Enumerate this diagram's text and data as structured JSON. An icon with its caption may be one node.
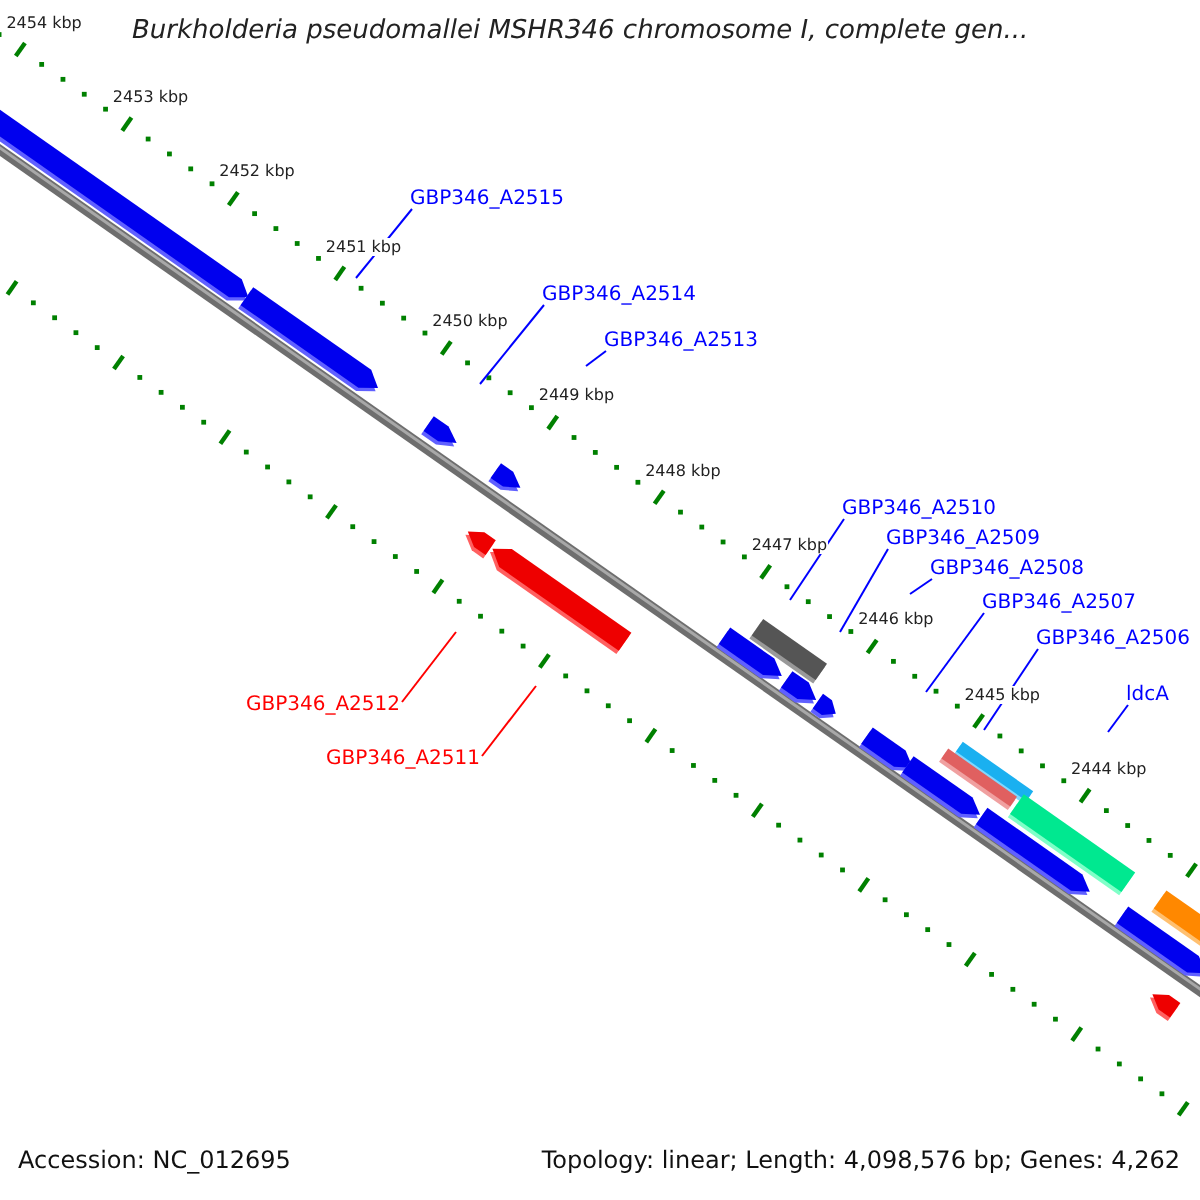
{
  "diagram": {
    "title": "Burkholderia pseudomallei MSHR346 chromosome I, complete gen...",
    "nodes": [
      {
        "text": [
          "GBP346_A2515"
        ]
      },
      {
        "text": [
          "GBP346_A2514"
        ]
      },
      {
        "text": [
          "GBP346_A2513"
        ]
      },
      {
        "text": [
          "GBP346_A2510"
        ]
      },
      {
        "text": [
          "GBP346_A2509"
        ]
      },
      {
        "text": [
          "GBP346_A2508"
        ]
      },
      {
        "text": [
          "GBP346_A2507"
        ]
      },
      {
        "text": [
          "GBP346_A2506"
        ]
      },
      {
        "text": [
          "ldcA"
        ]
      },
      {
        "text": [
          "GBP346_A2512"
        ]
      },
      {
        "text": [
          "GBP346_A2511"
        ]
      }
    ],
    "edges": [
      {
        "from": 0,
        "to": null,
        "arrow": "none"
      },
      {
        "from": 1,
        "to": null,
        "arrow": "none"
      },
      {
        "from": 2,
        "to": null,
        "arrow": "none"
      },
      {
        "from": 3,
        "to": null,
        "arrow": "none"
      },
      {
        "from": 4,
        "to": null,
        "arrow": "none"
      },
      {
        "from": 5,
        "to": null,
        "arrow": "none"
      },
      {
        "from": 6,
        "to": null,
        "arrow": "none"
      },
      {
        "from": 7,
        "to": null,
        "arrow": "none"
      },
      {
        "from": 8,
        "to": null,
        "arrow": "none"
      },
      {
        "from": 9,
        "to": null,
        "arrow": "none",
        "color": "#ff0000"
      },
      {
        "from": 10,
        "to": null,
        "arrow": "none",
        "color": "#ff0000"
      }
    ],
    "labels": [
      "2454 kbp",
      "2453 kbp",
      "2452 kbp",
      "2451 kbp",
      "2450 kbp",
      "2449 kbp",
      "2448 kbp",
      "2447 kbp",
      "2446 kbp",
      "2445 kbp",
      "2444 kbp",
      "Accession: NC_012695",
      "Topology: linear; Length: 4,098,576 bp; Genes: 4,262"
    ]
  }
}
